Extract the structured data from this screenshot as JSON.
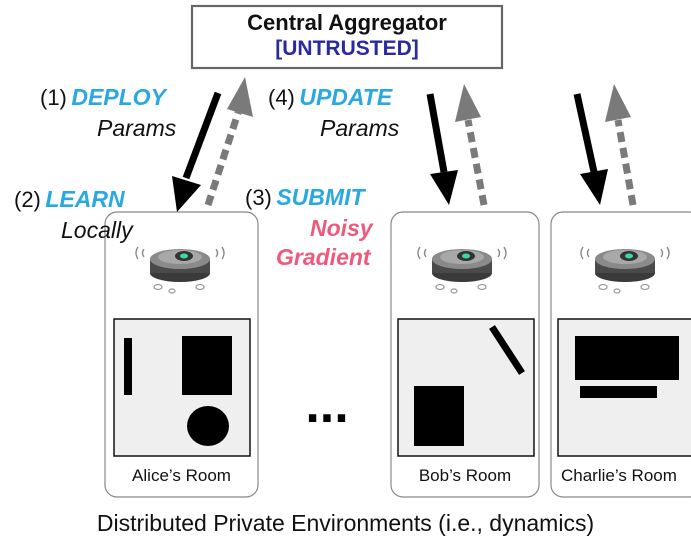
{
  "aggregator": {
    "title": "Central Aggregator",
    "tag": "[UNTRUSTED]",
    "tag_color": "#2a2aa0"
  },
  "steps": {
    "deploy": {
      "num": "(1)",
      "keyword": "DEPLOY",
      "sub": "Params"
    },
    "learn": {
      "num": "(2)",
      "keyword": "LEARN",
      "sub": "Locally"
    },
    "submit": {
      "num": "(3)",
      "keyword": "SUBMIT",
      "line2": "Noisy",
      "line3": "Gradient"
    },
    "update": {
      "num": "(4)",
      "keyword": "UPDATE",
      "sub": "Params"
    }
  },
  "rooms": [
    {
      "name": "Alice’s Room"
    },
    {
      "name": "Bob’s Room"
    },
    {
      "name": "Charlie’s Room"
    }
  ],
  "ellipsis": "...",
  "caption": "Distributed Private Environments (i.e., dynamics)",
  "colors": {
    "keyword": "#29a9df",
    "pink": "#ef5a7c",
    "arrow_solid": "#000000",
    "arrow_dashed": "#7a7a7a"
  }
}
